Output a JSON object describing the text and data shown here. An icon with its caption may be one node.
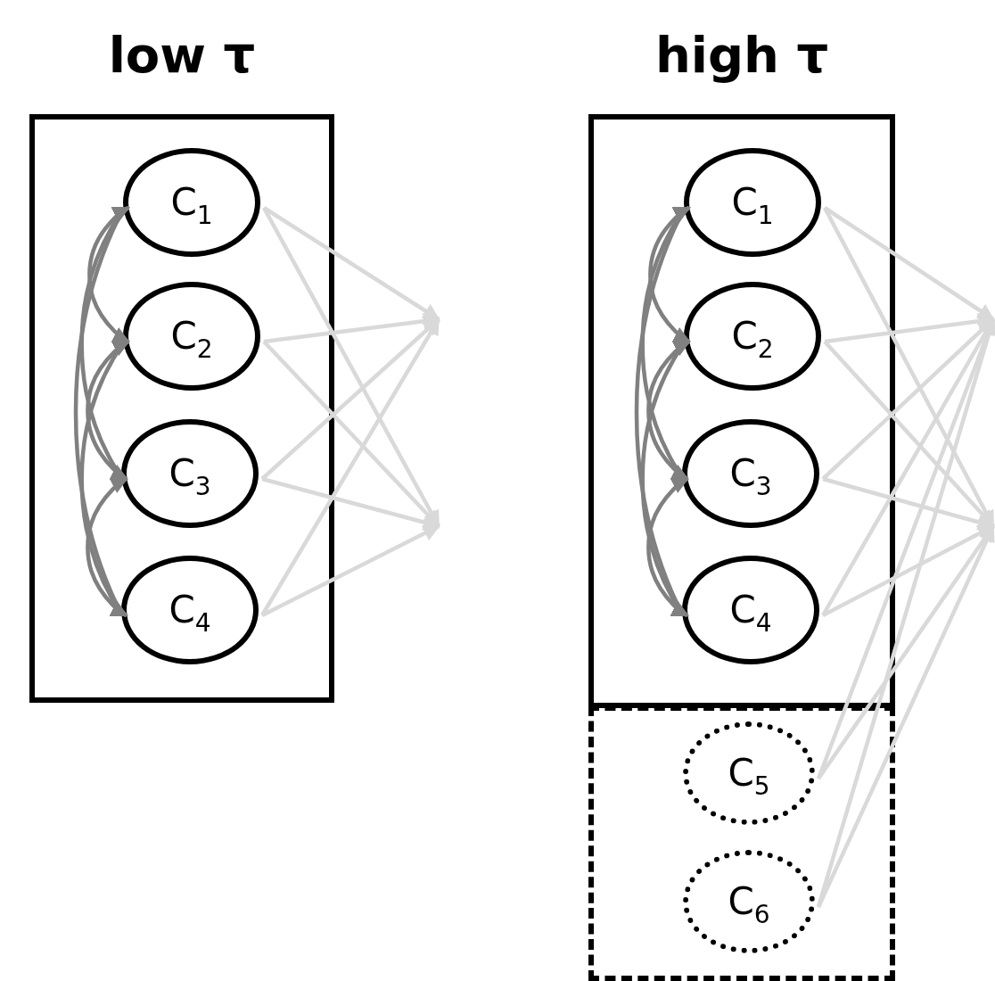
{
  "diagram": {
    "nodes": [
      {
        "text": [
          "low τ"
        ]
      },
      {
        "text": [
          "C$_{1}$"
        ],
        "in": 0
      },
      {
        "text": [
          "C$_{2}$"
        ],
        "in": 0
      },
      {
        "text": [
          "C$_{3}$"
        ],
        "in": 0
      },
      {
        "text": [
          "C$_{4}$"
        ],
        "in": 0
      },
      {
        "text": [
          "high τ"
        ]
      },
      {
        "text": [
          "C$_{1}$"
        ],
        "in": 5
      },
      {
        "text": [
          "C$_{2}$"
        ],
        "in": 5
      },
      {
        "text": [
          "C$_{3}$"
        ],
        "in": 5
      },
      {
        "text": [
          "C$_{4}$"
        ],
        "in": 5
      },
      {
        "text": [],
        "shape": "box"
      },
      {
        "text": [
          "C$_{5}$"
        ],
        "in": 10
      },
      {
        "text": [
          "C$_{6}$"
        ],
        "in": 10
      }
    ],
    "edges": [
      {
        "from": 1,
        "to": 2,
        "arrow": "both",
        "color": "#808080"
      },
      {
        "from": 1,
        "to": 3,
        "arrow": "both",
        "color": "#808080"
      },
      {
        "from": 1,
        "to": 4,
        "arrow": "both",
        "color": "#808080"
      },
      {
        "from": 2,
        "to": 3,
        "arrow": "both",
        "color": "#808080"
      },
      {
        "from": 2,
        "to": 4,
        "arrow": "both",
        "color": "#808080"
      },
      {
        "from": 3,
        "to": 4,
        "arrow": "both",
        "color": "#808080"
      },
      {
        "from": 1,
        "to": null,
        "arrow": "to"
      },
      {
        "from": 1,
        "to": null,
        "arrow": "to"
      },
      {
        "from": 2,
        "to": null,
        "arrow": "to"
      },
      {
        "from": 2,
        "to": null,
        "arrow": "to"
      },
      {
        "from": 3,
        "to": null,
        "arrow": "to"
      },
      {
        "from": 3,
        "to": null,
        "arrow": "to"
      },
      {
        "from": 4,
        "to": null,
        "arrow": "to"
      },
      {
        "from": 4,
        "to": null,
        "arrow": "to"
      },
      {
        "from": 6,
        "to": 7,
        "arrow": "both",
        "color": "#808080"
      },
      {
        "from": 6,
        "to": 8,
        "arrow": "both",
        "color": "#808080"
      },
      {
        "from": 6,
        "to": 9,
        "arrow": "both",
        "color": "#808080"
      },
      {
        "from": 7,
        "to": 8,
        "arrow": "both",
        "color": "#808080"
      },
      {
        "from": 7,
        "to": 9,
        "arrow": "both",
        "color": "#808080"
      },
      {
        "from": 8,
        "to": 9,
        "arrow": "both",
        "color": "#808080"
      },
      {
        "from": 6,
        "to": null,
        "arrow": "to"
      },
      {
        "from": 6,
        "to": null,
        "arrow": "to"
      },
      {
        "from": 7,
        "to": null,
        "arrow": "to"
      },
      {
        "from": 7,
        "to": null,
        "arrow": "to"
      },
      {
        "from": 8,
        "to": null,
        "arrow": "to"
      },
      {
        "from": 8,
        "to": null,
        "arrow": "to"
      },
      {
        "from": 9,
        "to": null,
        "arrow": "to"
      },
      {
        "from": 9,
        "to": null,
        "arrow": "to"
      },
      {
        "from": 11,
        "to": null,
        "arrow": "to"
      },
      {
        "from": 11,
        "to": null,
        "arrow": "to"
      },
      {
        "from": 12,
        "to": null,
        "arrow": "to"
      },
      {
        "from": 12,
        "to": null,
        "arrow": "to"
      }
    ]
  }
}
